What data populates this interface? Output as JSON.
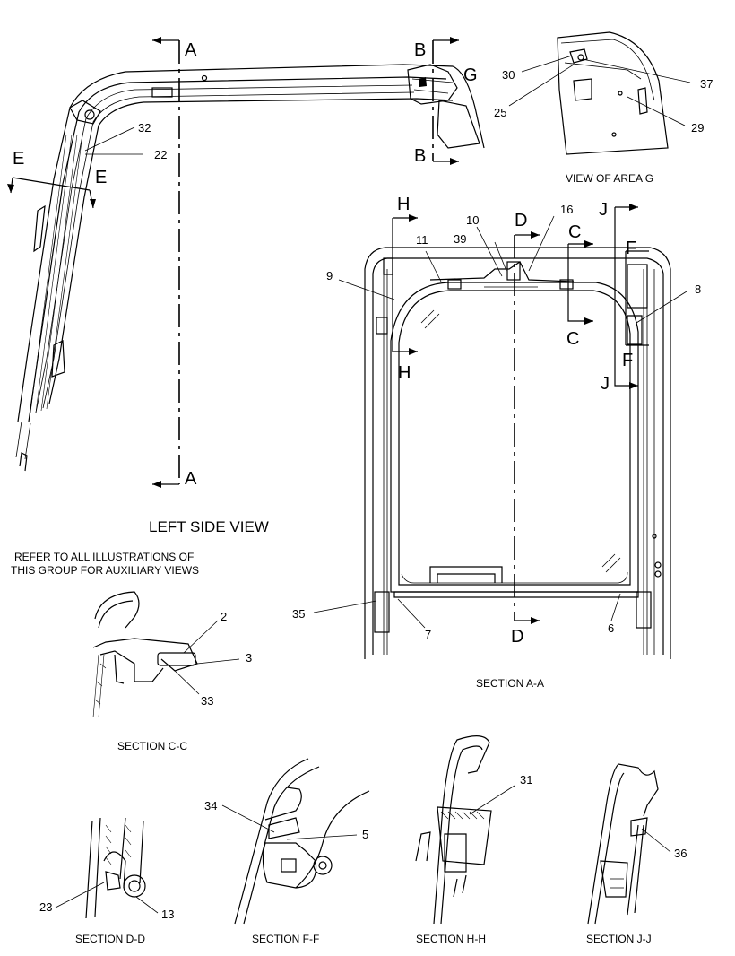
{
  "view_titles": {
    "left_side_view": "LEFT SIDE VIEW",
    "note_line1": "REFER TO ALL ILLUSTRATIONS OF",
    "note_line2": "THIS GROUP FOR AUXILIARY VIEWS",
    "view_area_g": "VIEW OF AREA G",
    "section_a": "SECTION A-A",
    "section_c": "SECTION C-C",
    "section_d": "SECTION D-D",
    "section_f": "SECTION F-F",
    "section_h": "SECTION H-H",
    "section_j": "SECTION J-J"
  },
  "section_markers": {
    "A": "A",
    "B": "B",
    "C": "C",
    "D": "D",
    "E": "E",
    "F": "F",
    "G": "G",
    "H": "H",
    "J": "J"
  },
  "callouts": {
    "c2": "2",
    "c3": "3",
    "c5": "5",
    "c6": "6",
    "c7": "7",
    "c8": "8",
    "c9": "9",
    "c10": "10",
    "c11": "11",
    "c13": "13",
    "c16": "16",
    "c22": "22",
    "c23": "23",
    "c25": "25",
    "c29": "29",
    "c30": "30",
    "c31": "31",
    "c32": "32",
    "c33": "33",
    "c34": "34",
    "c35": "35",
    "c36": "36",
    "c37": "37",
    "c39": "39"
  }
}
